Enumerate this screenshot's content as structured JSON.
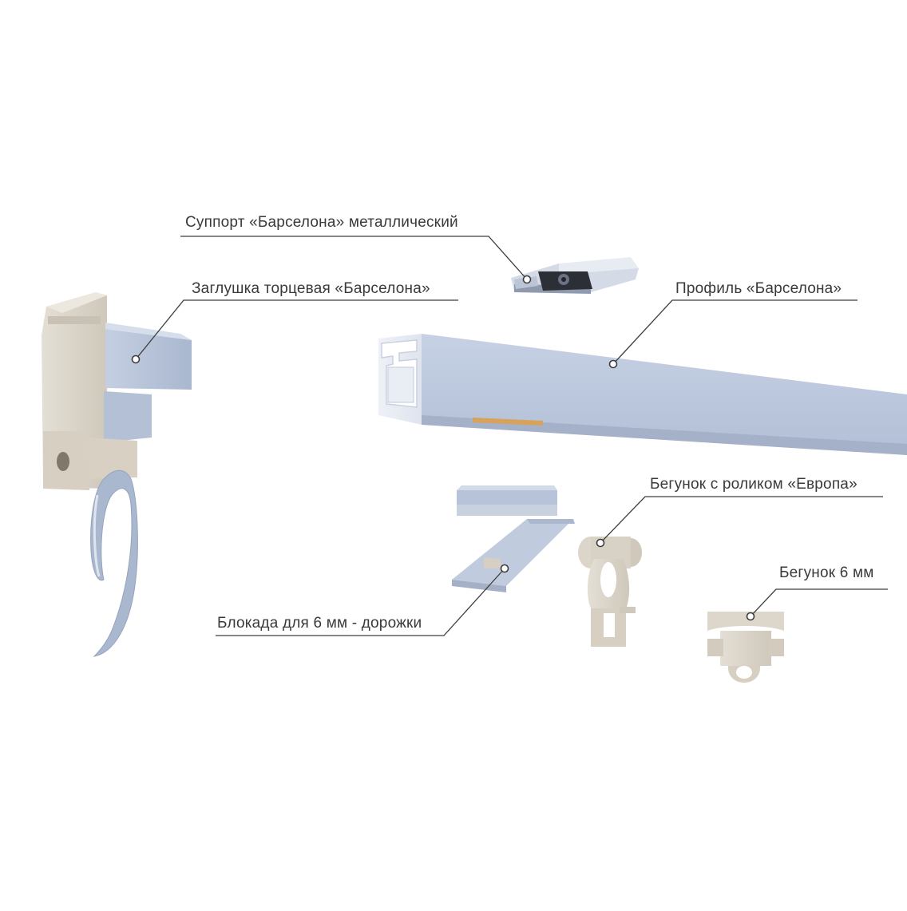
{
  "labels": {
    "support": "Суппорт «Барселона» металлический",
    "end_cap": "Заглушка торцевая «Барселона»",
    "profile": "Профиль «Барселона»",
    "roller_runner": "Бегунок с роликом «Европа»",
    "runner_6mm": "Бегунок 6 мм",
    "stopper": "Блокада для 6 мм - дорожки"
  },
  "colors": {
    "profile_blue": "#b9c6dc",
    "cream": "#d8d2c6",
    "leader_line": "#3d3d3d",
    "orange_insert": "#d9a25a"
  }
}
